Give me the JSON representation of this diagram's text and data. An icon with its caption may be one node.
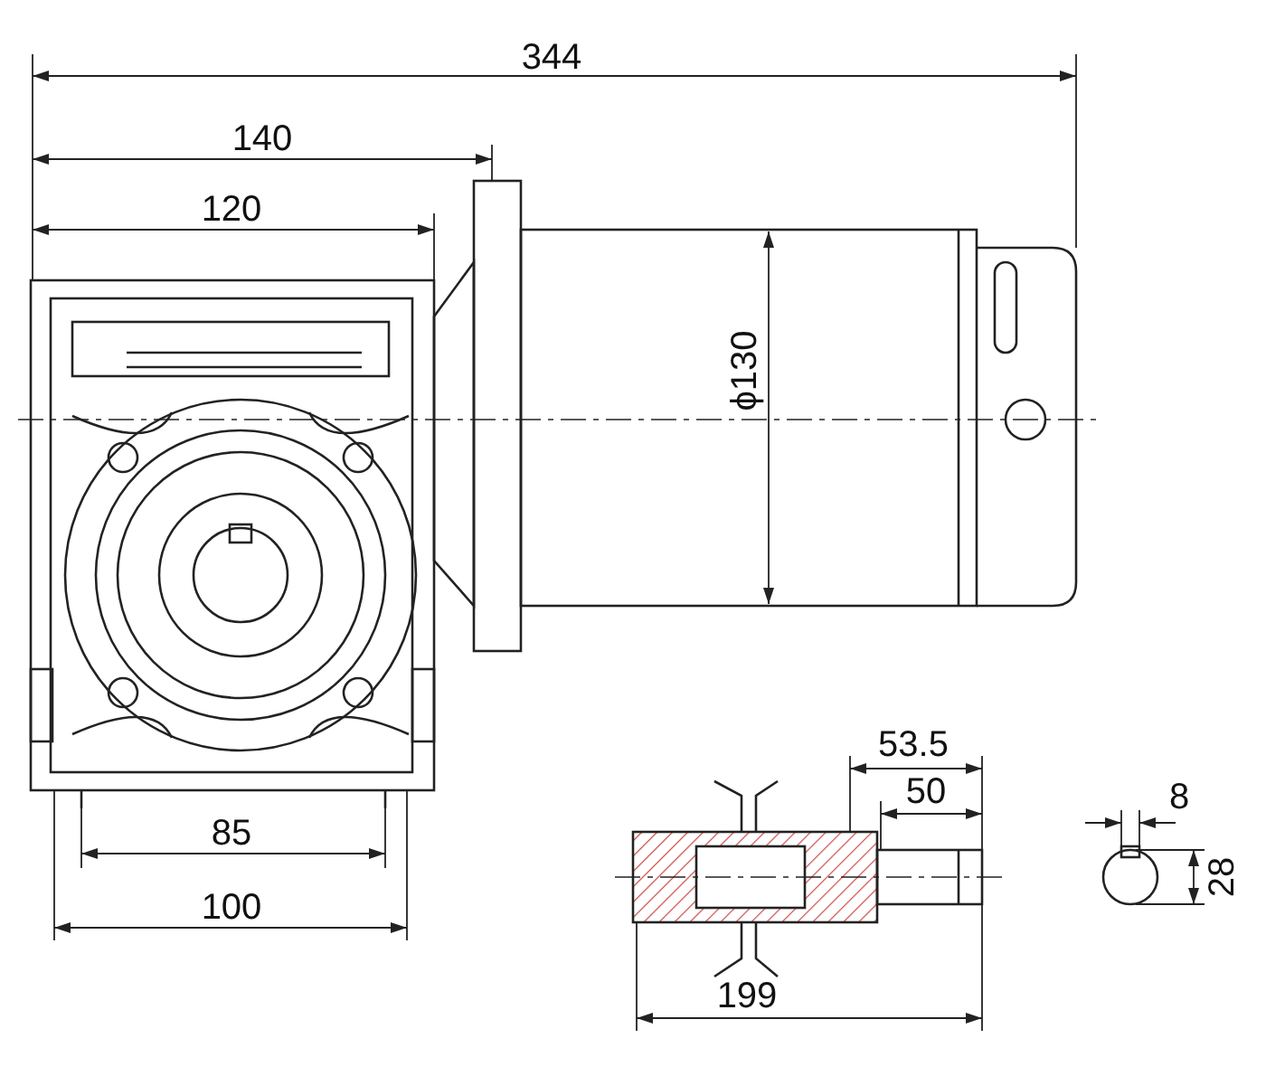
{
  "diagram": {
    "labels": [
      "344",
      "140",
      "120",
      "ϕ130",
      "53.5",
      "50",
      "8",
      "85",
      "28",
      "100",
      "199"
    ]
  }
}
